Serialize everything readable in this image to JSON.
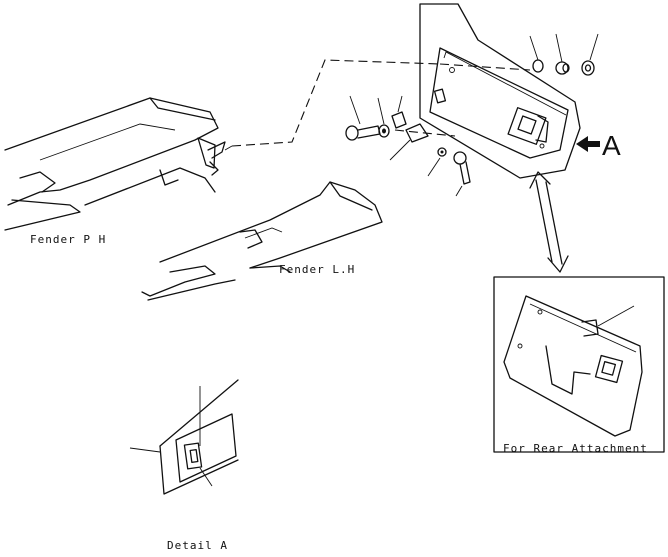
{
  "labels": {
    "fender_rh": "Fender P H",
    "fender_lh": "Fender L.H",
    "rear_attachment": "For Rear Attachment",
    "detail_a": "Detail A",
    "view_arrow": "A"
  }
}
